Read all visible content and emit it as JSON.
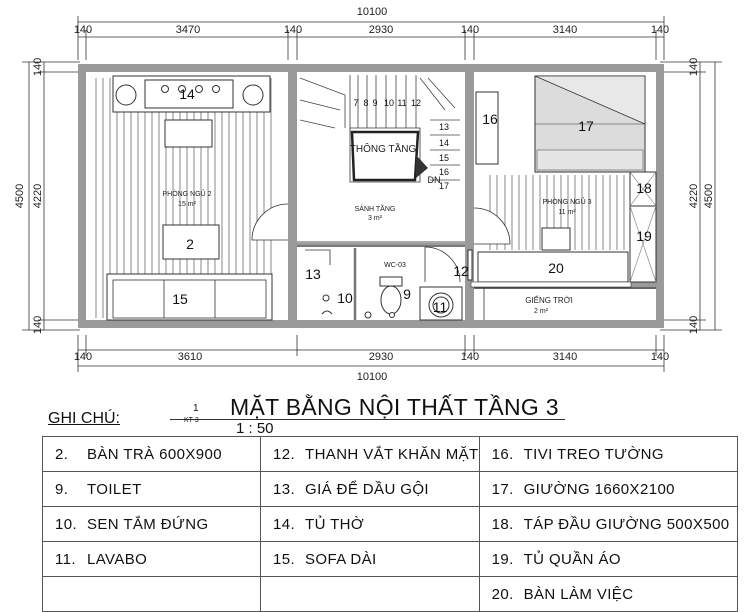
{
  "plan": {
    "title": "MẶT BẰNG NỘI THẤT TẦNG 3",
    "sheet_number": "1",
    "sheet_ref": "KT-3",
    "scale": "1 : 50",
    "notes_label": "GHI CHÚ:"
  },
  "dimensions": {
    "top_total": "10100",
    "top_segments": [
      "140",
      "3470",
      "140",
      "2930",
      "140",
      "3140",
      "140"
    ],
    "bottom_total": "10100",
    "bottom_segments": [
      "140",
      "3610",
      "2930",
      "140",
      "3140",
      "140"
    ],
    "left_total": "4500",
    "left_segments": [
      "140",
      "4220",
      "140"
    ],
    "right_total": "4500",
    "right_segments": [
      "140",
      "4220",
      "140"
    ]
  },
  "rooms": {
    "bedroom2": {
      "name": "PHÒNG NGỦ 2",
      "area": "15 m²"
    },
    "bedroom3": {
      "name": "PHÒNG NGỦ 3",
      "area": "11 m²"
    },
    "hall": {
      "name": "SẢNH TẦNG",
      "area": "3 m²"
    },
    "void": {
      "name": "THÔNG TẦNG"
    },
    "wc": {
      "name": "WC-03"
    },
    "skylight": {
      "name": "GIẾNG TRỜI",
      "area": "2 m²"
    },
    "stair_mark": "DN"
  },
  "stair_numbers": [
    "7",
    "8",
    "9",
    "10",
    "11",
    "12",
    "13",
    "14",
    "15",
    "16",
    "17"
  ],
  "furniture_tags": [
    "2",
    "9",
    "10",
    "11",
    "12",
    "13",
    "14",
    "15",
    "16",
    "17",
    "18",
    "19",
    "20"
  ],
  "legend": {
    "rows": [
      [
        {
          "n": "2.",
          "t": "BÀN TRÀ 600X900"
        },
        {
          "n": "12.",
          "t": "THANH VẮT KHĂN MẶT"
        },
        {
          "n": "16.",
          "t": "TIVI TREO TƯỜNG"
        }
      ],
      [
        {
          "n": "9.",
          "t": "TOILET"
        },
        {
          "n": "13.",
          "t": "GIÁ ĐỂ DẦU GỘI"
        },
        {
          "n": "17.",
          "t": "GIƯỜNG 1660X2100"
        }
      ],
      [
        {
          "n": "10.",
          "t": "SEN TẮM ĐỨNG"
        },
        {
          "n": "14.",
          "t": "TỦ THỜ"
        },
        {
          "n": "18.",
          "t": "TÁP ĐẦU GIƯỜNG 500X500"
        }
      ],
      [
        {
          "n": "11.",
          "t": "LAVABO"
        },
        {
          "n": "15.",
          "t": "SOFA DÀI"
        },
        {
          "n": "19.",
          "t": "TỦ QUẦN ÁO"
        }
      ],
      [
        {
          "n": "",
          "t": ""
        },
        {
          "n": "",
          "t": ""
        },
        {
          "n": "20.",
          "t": "BÀN LÀM VIỆC"
        }
      ]
    ]
  }
}
